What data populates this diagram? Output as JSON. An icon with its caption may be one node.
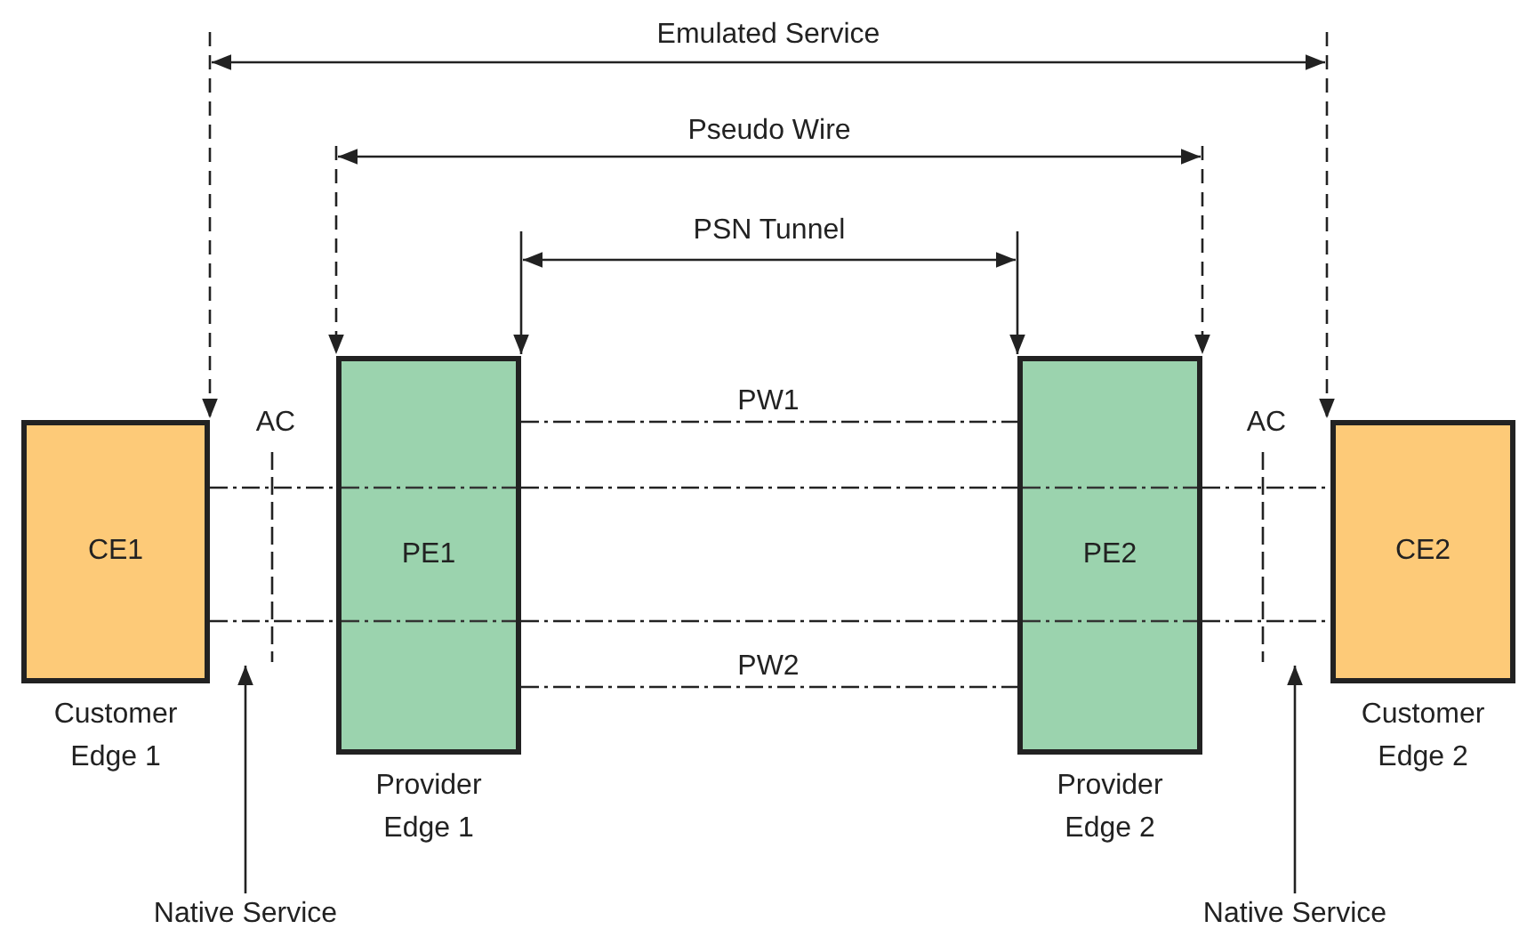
{
  "diagram": {
    "nodes": [
      {
        "text": [
          "CE1"
        ],
        "beside": [
          "Customer Edge 1"
        ]
      },
      {
        "text": [
          "PE1"
        ],
        "beside": [
          "Provider Edge 1"
        ]
      },
      {
        "text": [
          "PE2"
        ],
        "beside": [
          "Provider Edge 2"
        ]
      },
      {
        "text": [
          "CE2"
        ],
        "beside": [
          "Customer Edge 2"
        ]
      },
      {
        "text": [
          "Native Service"
        ]
      },
      {
        "text": [
          "Native Service"
        ]
      }
    ],
    "edges": [
      {
        "from": 0,
        "to": 1,
        "arrow": "none",
        "style": "dashed"
      },
      {
        "from": 0,
        "to": 1,
        "arrow": "none",
        "style": "dashed"
      },
      {
        "from": 1,
        "to": 2,
        "arrow": "none",
        "style": "dashed"
      },
      {
        "from": 1,
        "to": 2,
        "arrow": "none",
        "style": "dashed"
      },
      {
        "from": 2,
        "to": 3,
        "arrow": "none",
        "style": "dashed"
      },
      {
        "from": 2,
        "to": 3,
        "arrow": "none",
        "style": "dashed"
      },
      {
        "from": 1,
        "to": 2,
        "arrow": "none",
        "style": "dashed",
        "label": "PW1"
      },
      {
        "from": 1,
        "to": 2,
        "arrow": "none",
        "style": "dashed",
        "label": "PW2"
      },
      {
        "from": null,
        "to": 0,
        "arrow": "to",
        "style": "dashed"
      },
      {
        "from": null,
        "to": 3,
        "arrow": "to",
        "style": "dashed"
      },
      {
        "from": null,
        "to": 1,
        "arrow": "to",
        "style": "dashed"
      },
      {
        "from": null,
        "to": 2,
        "arrow": "to",
        "style": "dashed"
      },
      {
        "from": null,
        "to": 1,
        "arrow": "to"
      },
      {
        "from": null,
        "to": 2,
        "arrow": "to"
      },
      {
        "from": 4,
        "to": 0,
        "arrow": "to"
      },
      {
        "from": 5,
        "to": 3,
        "arrow": "to"
      }
    ],
    "labels": [
      "Emulated Service",
      "Pseudo Wire",
      "PSN Tunnel",
      "AC",
      "AC"
    ]
  }
}
